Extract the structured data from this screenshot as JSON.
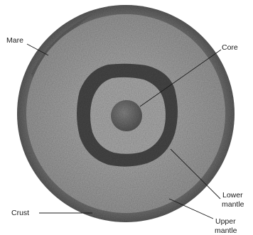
{
  "labels": {
    "mare": "Mare",
    "core": "Core",
    "lower_mantle_line1": "Lower",
    "lower_mantle_line2": "mantle",
    "crust": "Crust",
    "upper_mantle_line1": "Upper",
    "upper_mantle_line2": "mantle"
  },
  "colors": {
    "crust": "#7e7e7e",
    "upper_mantle": "#a8a8a8",
    "lower_mantle_band": "#4a4a4a",
    "inner_mantle": "#b2b2b2",
    "core": "#6a6a6a",
    "text": "#1a1a1a"
  }
}
